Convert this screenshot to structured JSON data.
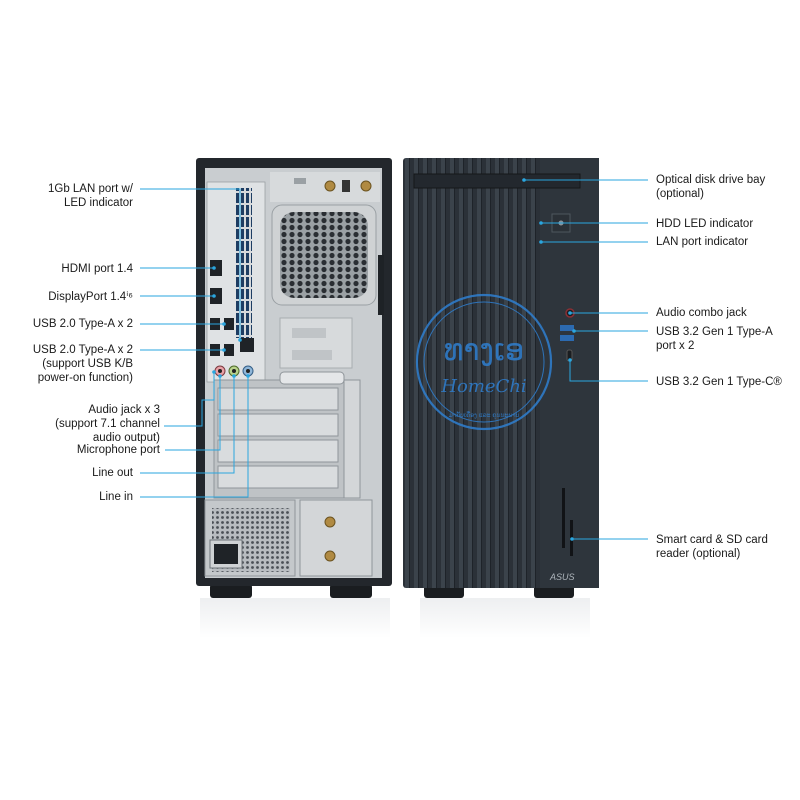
{
  "colors": {
    "callout": "#2aa6df",
    "case_dark": "#262b31",
    "front_panel": "#2e353c",
    "panel_silver": "#cfd3d6",
    "watermark": "#2f7fd0"
  },
  "watermark": {
    "title": "ທາງເອ",
    "subtitle": "HomeChi",
    "caption": "ມາກັບເຄື່ອງ ແລະ ຄຸນນະພາບ"
  },
  "brand": {
    "logo": "ASUS"
  },
  "rear_labels": {
    "lan": [
      "1Gb LAN port w/",
      "LED indicator"
    ],
    "hdmi": [
      "HDMI port 1.4"
    ],
    "displayport": [
      "DisplayPort 1.4ⁱ⁶"
    ],
    "usb2_a": [
      "USB 2.0 Type-A x 2"
    ],
    "usb2_b": [
      "USB 2.0 Type-A x 2",
      "(support USB K/B",
      "power-on function)"
    ],
    "audio": [
      "Audio jack x 3",
      "(support 7.1 channel",
      "audio output)"
    ],
    "mic": [
      "Microphone port"
    ],
    "line_out": [
      "Line out"
    ],
    "line_in": [
      "Line in"
    ]
  },
  "front_labels": {
    "odd": [
      "Optical disk drive bay",
      "(optional)"
    ],
    "hdd_led": [
      "HDD LED indicator"
    ],
    "lan_led": [
      "LAN port indicator"
    ],
    "audio_combo": [
      "Audio combo jack"
    ],
    "usb32a": [
      "USB 3.2 Gen 1 Type-A",
      "port x 2"
    ],
    "usb32c": [
      "USB 3.2 Gen 1 Type-C®"
    ],
    "card_reader": [
      "Smart card & SD card",
      "reader (optional)"
    ]
  }
}
